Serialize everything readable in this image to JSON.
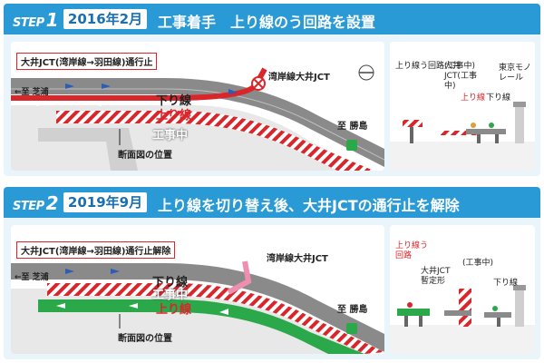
{
  "steps": [
    {
      "step_label": "STEP",
      "step_num": "1",
      "date": "2016年2月",
      "title": "工事着手　上り線のう回路を設置",
      "map": {
        "closure_note": "大井JCT(湾岸線→羽田線)通行止",
        "junction": "湾岸線大井JCT",
        "shibaura": "←至 芝浦",
        "katsushima": "至 勝島",
        "down_line": "下り線",
        "up_line": "上り線",
        "construction": "工事中",
        "section_position": "断面図の位置"
      },
      "section": {
        "detour": "上り線う回路(工事中)",
        "oi_jct": "大井JCT(工事中)",
        "up_line": "上り線",
        "down_line": "下り線",
        "monorail": "東京モノレール"
      }
    },
    {
      "step_label": "STEP",
      "step_num": "2",
      "date": "2019年9月",
      "title": "上り線を切り替え後、大井JCTの通行止を解除",
      "map": {
        "closure_note": "大井JCT(湾岸線→羽田線)通行止解除",
        "junction": "湾岸線大井JCT",
        "shibaura": "←至 芝浦",
        "katsushima": "至 勝島",
        "down_line": "下り線",
        "up_line": "上り線",
        "construction": "工事中",
        "section_position": "断面図の位置"
      },
      "section": {
        "detour": "上り線う回路",
        "oi_jct": "大井JCT暫定形",
        "under_construction": "(工事中)",
        "down_line": "下り線"
      }
    }
  ],
  "colors": {
    "header_blue": "#2a9ad6",
    "road_gray": "#8a8a8a",
    "construction_red": "#d9262b",
    "detour_green": "#2aa84a",
    "closure_pink": "#ef8fb0"
  }
}
